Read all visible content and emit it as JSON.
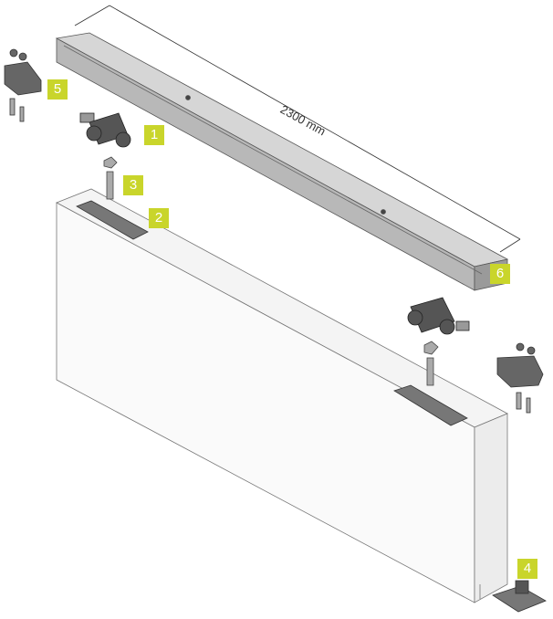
{
  "dimension": "2300 mm",
  "labels": {
    "roller": "1",
    "door_bracket": "2",
    "bolt": "3",
    "floor_guide": "4",
    "end_stop_left": "5",
    "rail": "6"
  },
  "colors": {
    "label_bg": "#c9d52b",
    "rail": "#bdbdbd",
    "parts": "#555555"
  }
}
